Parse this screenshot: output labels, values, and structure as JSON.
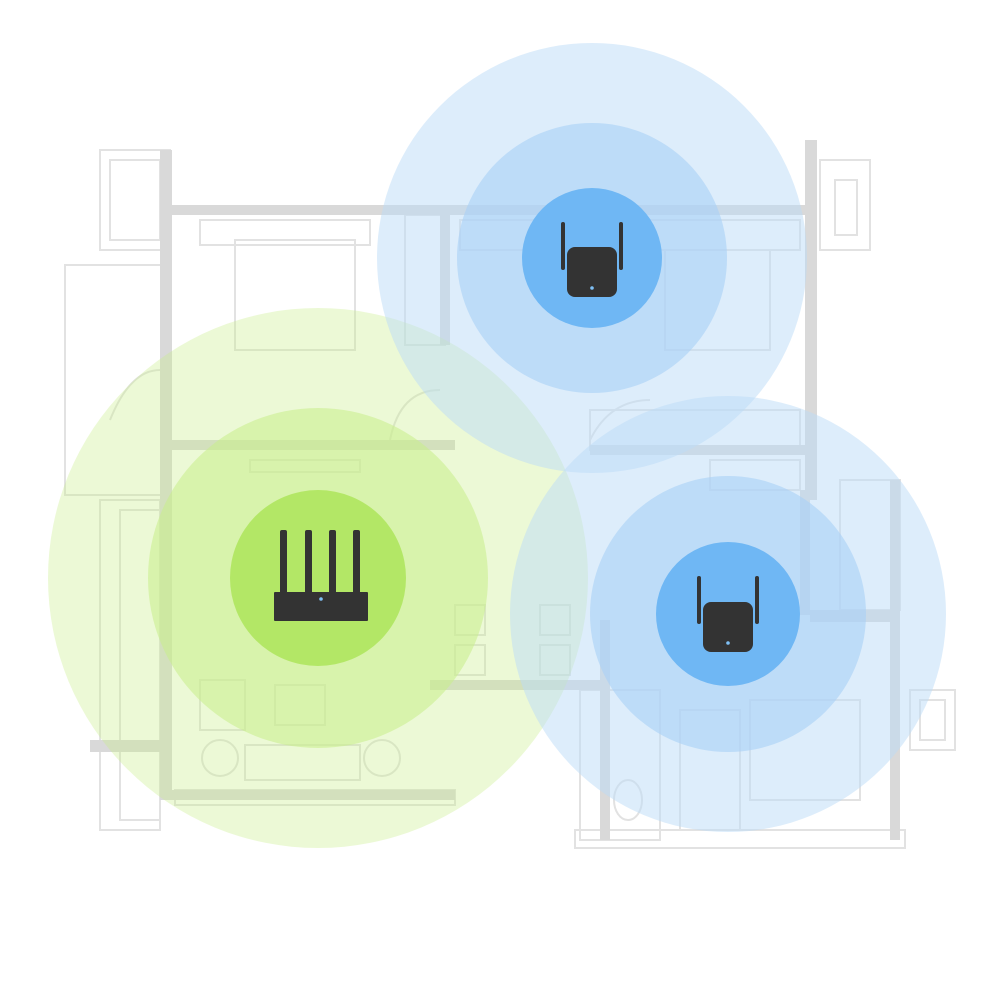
{
  "colors": {
    "background": "#ffffff",
    "floorplan_wall": "#d9d9d9",
    "floorplan_line": "#e4e4e4",
    "router_coverage": [
      "#eef9dc",
      "#d6f2a6",
      "#b6e86c"
    ],
    "extender_coverage": [
      "#dcecfb",
      "#bcdcf8",
      "#72b9f4"
    ],
    "device_body": "#333333",
    "indicator_light": "#6fb8f5"
  },
  "devices": [
    {
      "type": "router",
      "icon": "router-icon",
      "antennas": 4
    },
    {
      "type": "range-extender",
      "icon": "wifi-extender-icon",
      "antennas": 2
    },
    {
      "type": "range-extender",
      "icon": "wifi-extender-icon",
      "antennas": 2
    }
  ],
  "coverage_rings_per_device": 3
}
